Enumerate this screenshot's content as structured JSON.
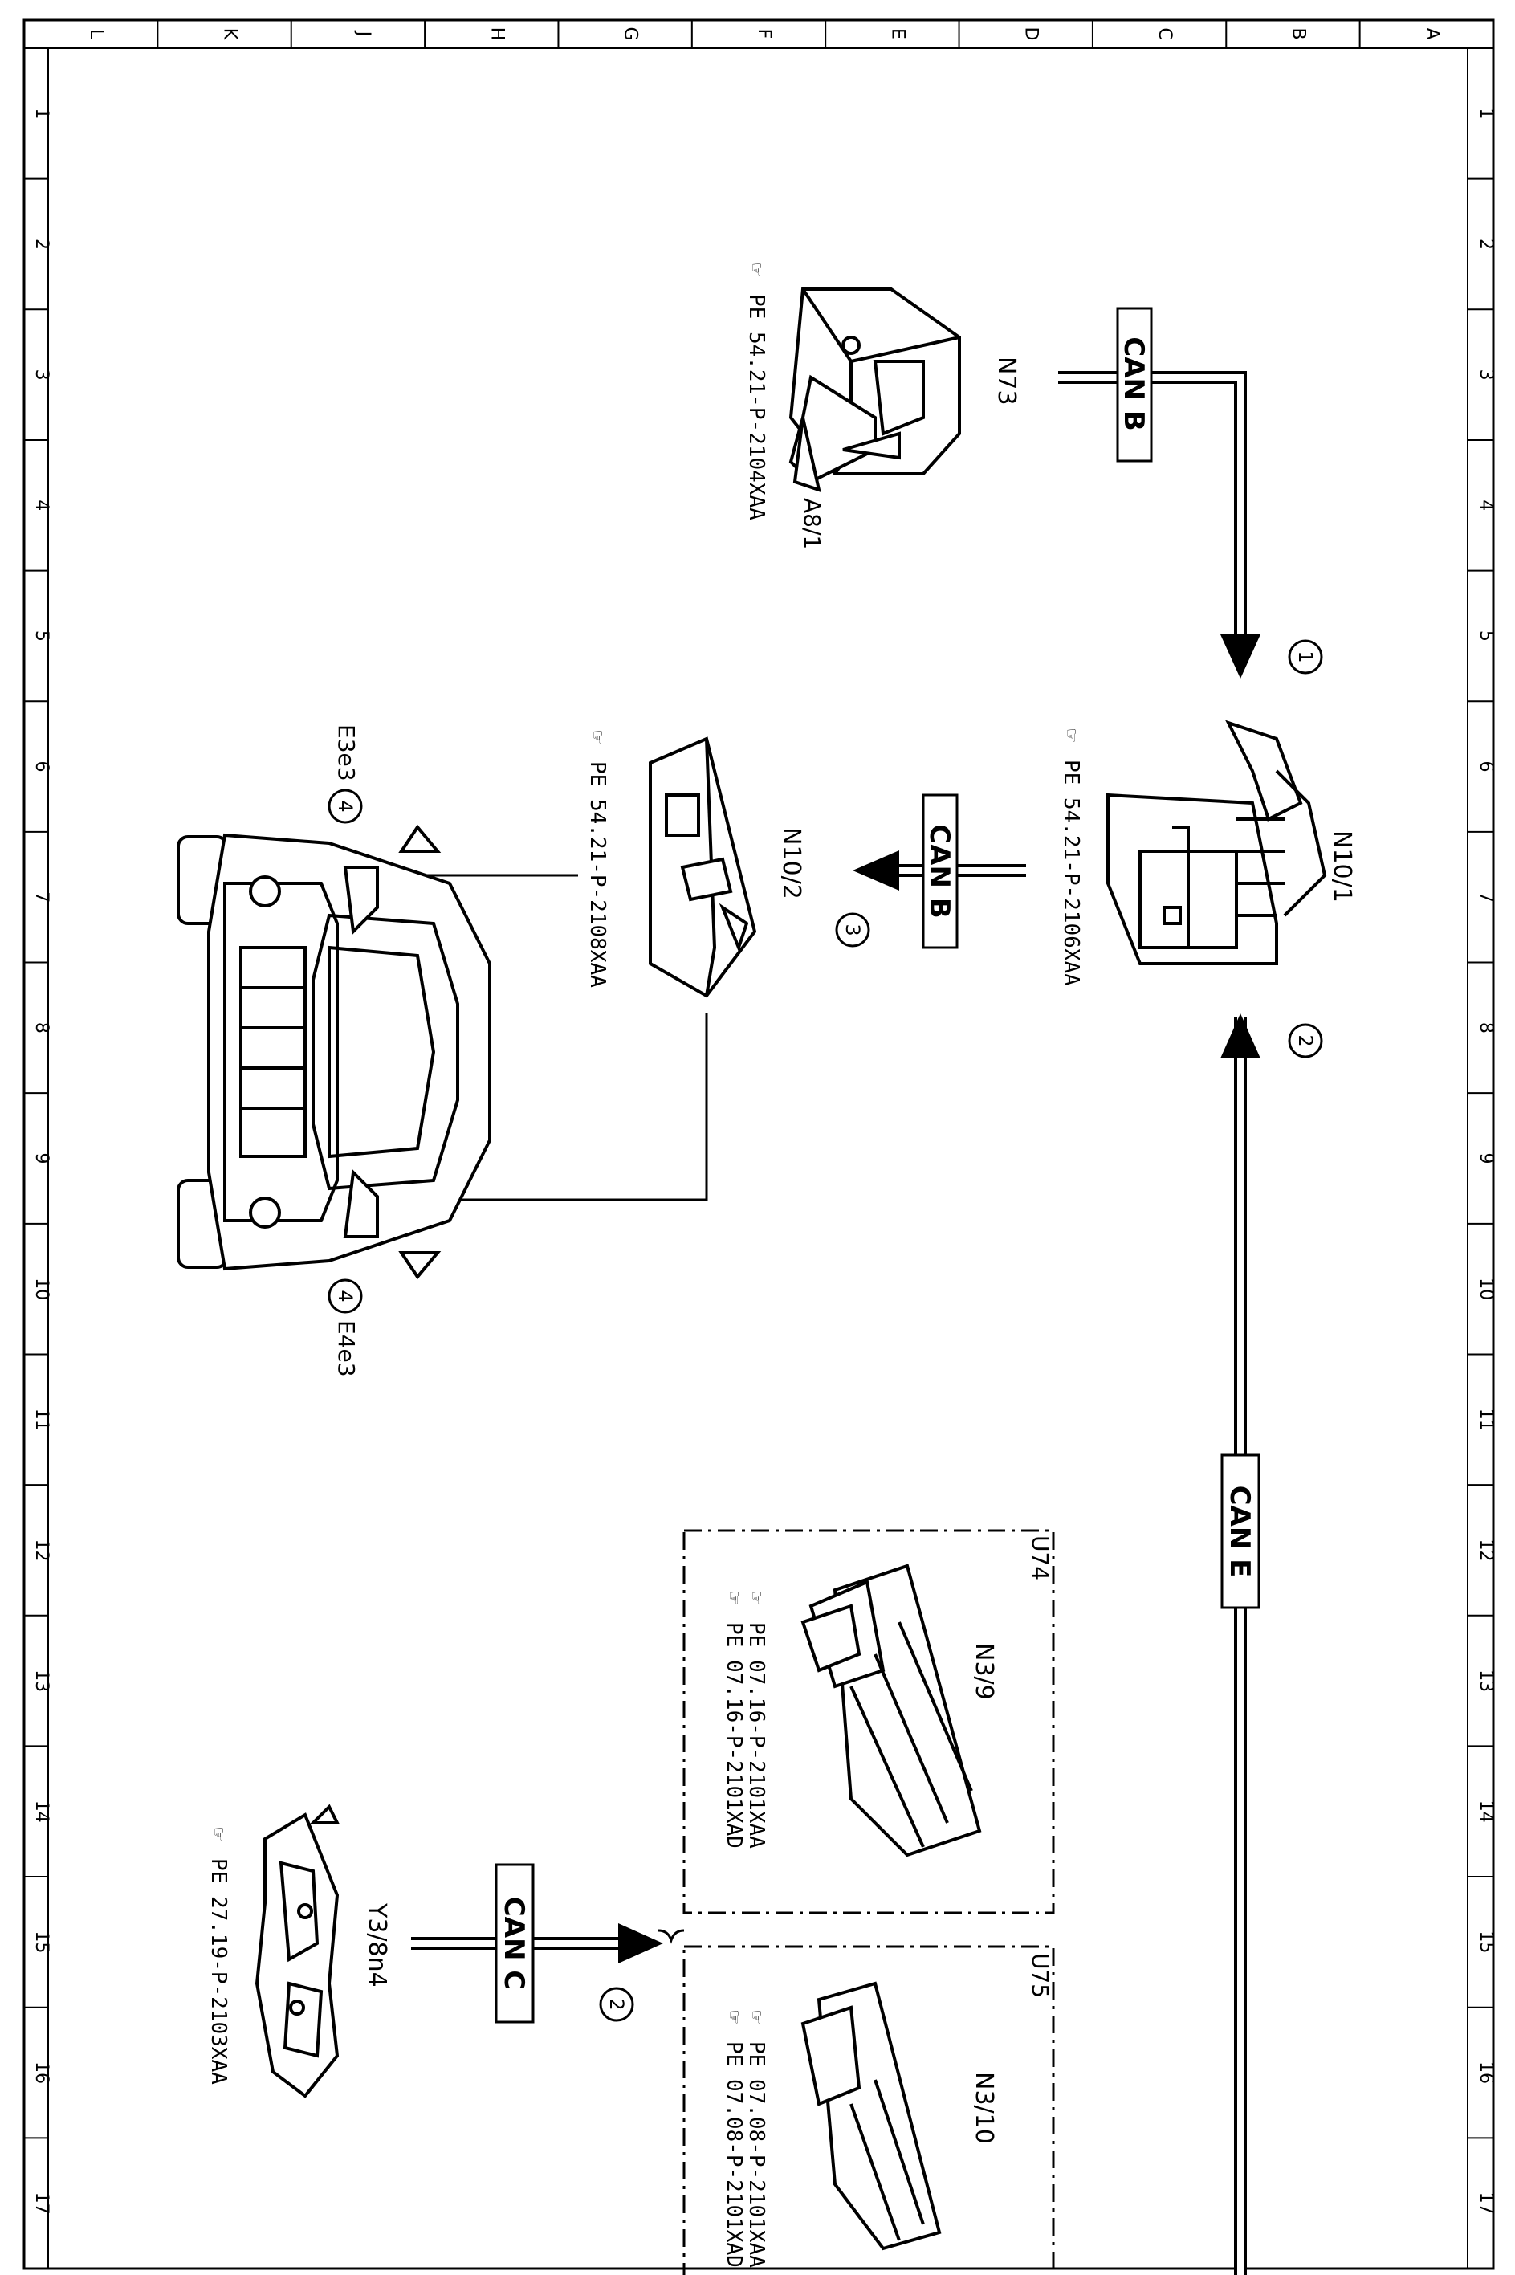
{
  "frame": {
    "columns": [
      "L",
      "K",
      "J",
      "H",
      "G",
      "F",
      "E",
      "D",
      "C",
      "B",
      "A"
    ],
    "rows": [
      "1",
      "2",
      "3",
      "4",
      "5",
      "6",
      "7",
      "8",
      "9",
      "10",
      "11",
      "12",
      "13",
      "14",
      "15",
      "16",
      "17"
    ]
  },
  "components": {
    "n73": {
      "code": "N73",
      "sub": "A8/1",
      "ref": "PE 54.21-P-2104XAA"
    },
    "n10_1": {
      "code": "N10/1",
      "ref": "PE 54.21-P-2106XAA"
    },
    "n10_2": {
      "code": "N10/2",
      "ref": "PE 54.21-P-2108XAA"
    },
    "vehicle": {
      "left_lamp": "E3e3",
      "right_lamp": "E4e3"
    },
    "u74": {
      "variant": "U74",
      "code": "N3/9",
      "refs": [
        "PE 07.16-P-2101XAA",
        "PE 07.16-P-2101XAD"
      ]
    },
    "u75": {
      "variant": "U75",
      "code": "N3/10",
      "refs": [
        "PE 07.08-P-2101XAA",
        "PE 07.08-P-2101XAD"
      ]
    },
    "y3": {
      "code": "Y3/8n4",
      "ref": "PE 27.19-P-2103XAA"
    }
  },
  "buses": {
    "can_b_top": "CAN B",
    "can_b_mid": "CAN B",
    "can_e": "CAN E",
    "can_c": "CAN C"
  },
  "steps": {
    "s1": "1",
    "s2a": "2",
    "s3": "3",
    "s4a": "4",
    "s4b": "4",
    "s2b": "2"
  },
  "colors": {
    "ink": "#000000",
    "paper": "#ffffff"
  }
}
